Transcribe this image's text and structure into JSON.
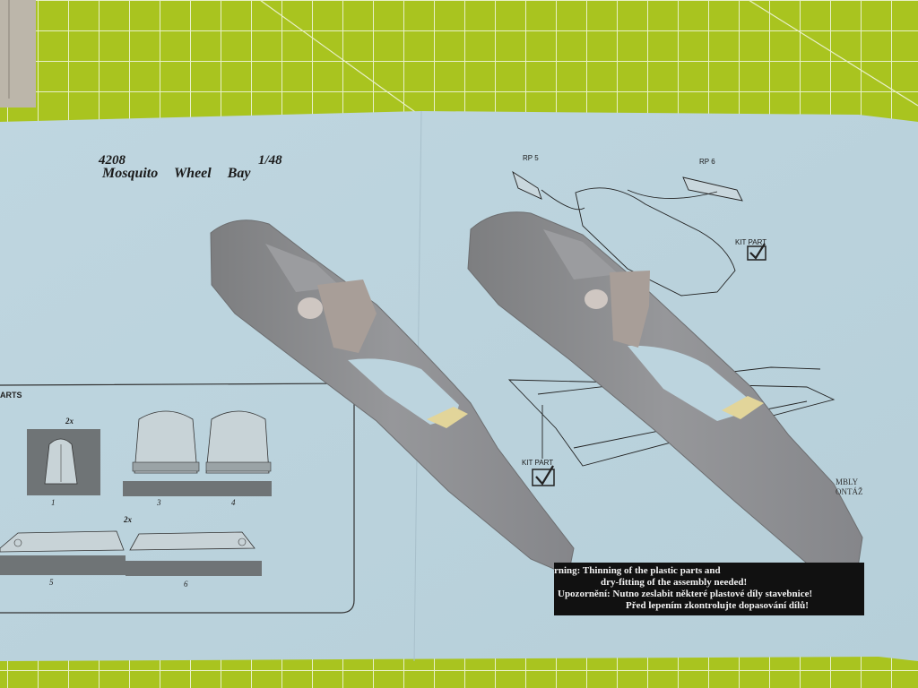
{
  "instruction_sheet": {
    "product_code": "4208",
    "scale": "1/48",
    "title": "Mosquito   Wheel Bay",
    "label_rp5": "RP 5",
    "label_rp6": "RP 6",
    "kit_part_upper": "KIT PART",
    "kit_part_lower": "KIT PART",
    "parts_header": "ARTS",
    "multiplier_a": "2x",
    "multiplier_b": "2x",
    "part_numbers": [
      "1",
      "3",
      "4",
      "5",
      "6"
    ],
    "assembly_fragment_en": "MBLY",
    "assembly_fragment_cz": "ONTÁŽ",
    "warning": {
      "line1": "rning: Thinning of the plastic parts and",
      "line2": "dry-fitting of the assembly needed!",
      "line3": "Upozornění: Nutno zeslabit některé plastové díly stavebnice!",
      "line4": "Před lepením zkontrolujte dopasování dílů!"
    }
  },
  "colors": {
    "cutting_mat": "#a9c41f",
    "grid_lines": "#e8f0c8",
    "paper": "#bcd4de",
    "resin_parts": "#8f9092",
    "cream_resin": "#e2d59a"
  }
}
